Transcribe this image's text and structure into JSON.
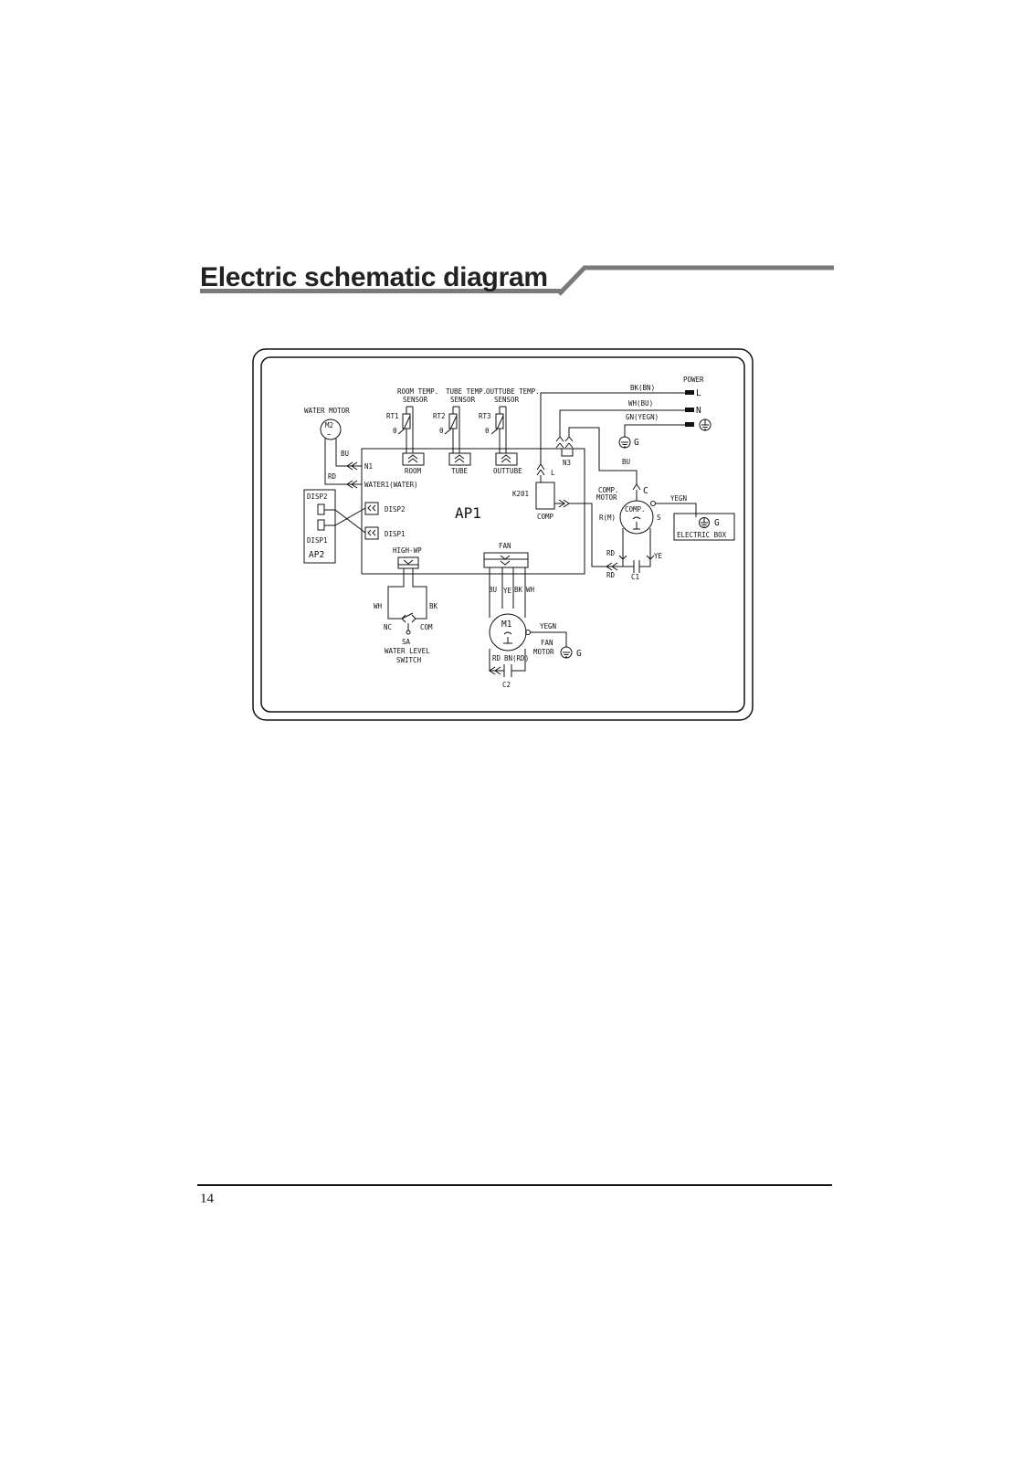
{
  "header": {
    "title": "Electric schematic diagram"
  },
  "footer": {
    "page_number": "14"
  },
  "diagram": {
    "power": {
      "title": "POWER",
      "l": "L",
      "n": "N",
      "bk": "BK(BN)",
      "wh": "WH(BU)",
      "gn": "GN(YEGN)",
      "g": "G"
    },
    "sensors": {
      "room_title_1": "ROOM TEMP.",
      "room_title_2": "SENSOR",
      "rt1": "RT1",
      "tube_title_1": "TUBE TEMP.",
      "tube_title_2": "SENSOR",
      "rt2": "RT2",
      "outtube_title_1": "OUTTUBE TEMP.",
      "outtube_title_2": "SENSOR",
      "rt3": "RT3",
      "theta": "θ",
      "room_port": "ROOM",
      "tube_port": "TUBE",
      "outtube_port": "OUTTUBE"
    },
    "water_motor": {
      "title": "WATER MOTOR",
      "m2": "M2",
      "tilde": "~",
      "bu": "BU",
      "rd": "RD",
      "n1": "N1",
      "water1": "WATER1(WATER)"
    },
    "display": {
      "disp2": "DISP2",
      "disp1": "DISP1",
      "ap2": "AP2",
      "ap1_disp2": "DISP2",
      "ap1_disp1": "DISP1"
    },
    "board": {
      "ap1": "AP1",
      "n3": "N3",
      "l": "L",
      "k201": "K201",
      "comp": "COMP",
      "high_wp": "HIGH-WP",
      "fan": "FAN"
    },
    "compressor": {
      "bu": "BU",
      "c": "C",
      "comp_motor_1": "COMP.",
      "comp_motor_2": "MOTOR",
      "comp_inner": "COMP.",
      "yegn": "YEGN",
      "rm": "R(M)",
      "s": "S",
      "rd1": "RD",
      "rd2": "RD",
      "ye": "YE",
      "c1": "C1"
    },
    "electric_box": {
      "g": "G",
      "label": "ELECTRIC BOX"
    },
    "fan_motor": {
      "bu": "BU",
      "ye": "YE",
      "bk": "BK",
      "wh": "WH",
      "m1": "M1",
      "yegn": "YEGN",
      "fan_1": "FAN",
      "fan_2": "MOTOR",
      "g": "G",
      "rd": "RD",
      "bn": "BN(RD)",
      "c2": "C2"
    },
    "water_switch": {
      "wh": "WH",
      "bk": "BK",
      "nc": "NC",
      "com": "COM",
      "sa": "SA",
      "label_1": "WATER LEVEL",
      "label_2": "SWITCH"
    }
  },
  "colors": {
    "text": "#111111",
    "title_bar": "#7a7a7a"
  }
}
